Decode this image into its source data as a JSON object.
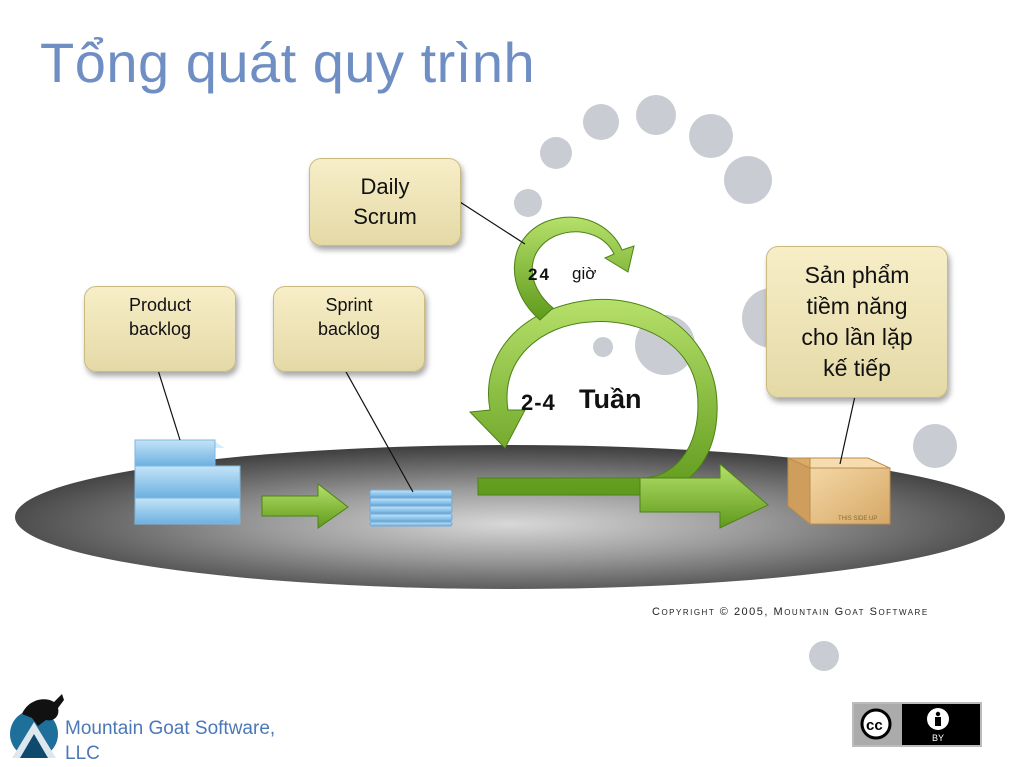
{
  "title": "Tổng quát quy trình",
  "callouts": {
    "daily_scrum": "Daily\nScrum",
    "product_backlog": "Product\nbacklog",
    "sprint_backlog": "Sprint\nbacklog",
    "result": "Sản phẩm\ntiềm năng\ncho lần lặp\nkế tiếp"
  },
  "loop_labels": {
    "small_num": "24",
    "small_unit": "giờ",
    "big_num": "2-4",
    "big_unit": "Tuần"
  },
  "box_label": "THIS SIDE UP",
  "copyright": "Copyright © 2005, Mountain Goat Software",
  "footer": {
    "company": "Mountain Goat Software,\nLLC"
  },
  "license": {
    "cc": "cc",
    "by": "BY"
  },
  "colors": {
    "title": "#6f8fc4",
    "arrow_green": "#7cbe2a",
    "callout_fill": "#efe4b8",
    "backlog_blue": "#8cc6ea",
    "box": "#e8c48c",
    "footer_text": "#4b78b8"
  }
}
